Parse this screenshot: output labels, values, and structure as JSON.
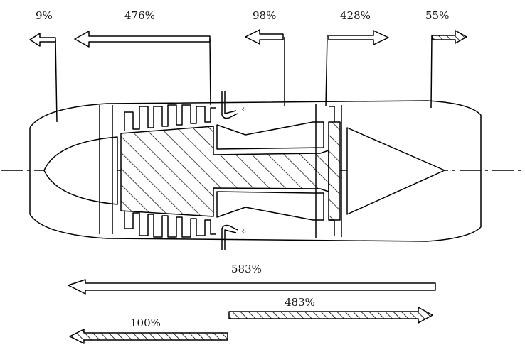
{
  "labels": {
    "bleed_front": "9%",
    "compressor_air": "476%",
    "combustor": "98%",
    "turbine": "428%",
    "exhaust": "55%",
    "net_reaction": "583%",
    "thrust_forward": "483%",
    "net_thrust": "100%"
  },
  "colors": {
    "line": "#000000",
    "background": "#ffffff"
  }
}
